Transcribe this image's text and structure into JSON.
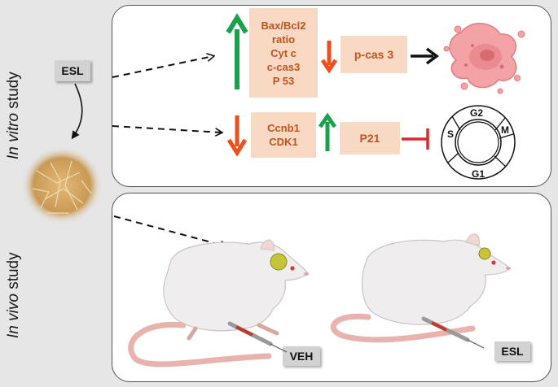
{
  "study_labels": {
    "in_vitro_italic": "In vitro",
    "in_vitro_rest": " study",
    "in_vivo_italic": "In vivo",
    "in_vivo_rest": " study"
  },
  "tags": {
    "esl_top": "ESL",
    "veh": "VEH",
    "esl_bottom": "ESL"
  },
  "apoptosis_markers": [
    "Bax/Bcl2",
    "ratio",
    "Cyt c",
    "c-cas3",
    "P 53"
  ],
  "p_cas3": "p-cas 3",
  "cell_cycle_markers": [
    "Ccnb1",
    "CDK1"
  ],
  "p21": "P21",
  "cell_cycle_phases": {
    "g2": "G2",
    "m": "M",
    "s": "S",
    "g1": "G1"
  },
  "colors": {
    "up_arrow": "#1aa14a",
    "down_arrow": "#f04e1a",
    "inhibit": "#e3262a",
    "box_fill": "#f8d9c4",
    "box_text": "#c0531e"
  }
}
